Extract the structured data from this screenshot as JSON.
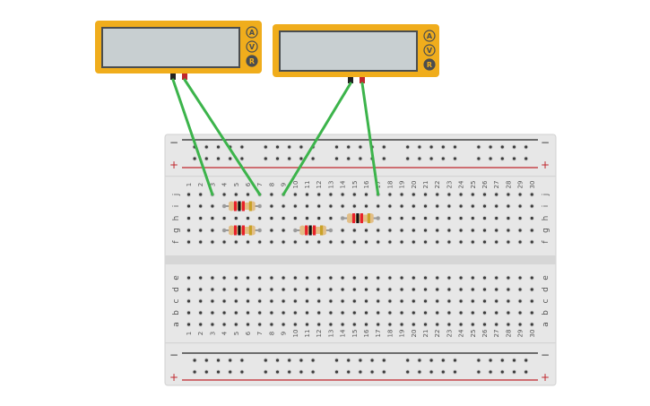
{
  "colors": {
    "meter_body": "#f0ad1c",
    "meter_screen": "#c8cfd1",
    "meter_bezel": "#4a4d4f",
    "board": "#e7e7e7",
    "board_edge": "#cfcfcf",
    "hole": "#3b3b3b",
    "hole_ring": "#c9c9c9",
    "wire": "#3cb44b",
    "rail_negative": "#222222",
    "rail_positive": "#c0272d",
    "resistor_body": "#e2be86",
    "label": "#555555"
  },
  "multimeters": [
    {
      "id": "meter-1",
      "display": "",
      "modes": [
        {
          "key": "current",
          "label": "A",
          "selected": false
        },
        {
          "key": "voltage",
          "label": "V",
          "selected": false
        },
        {
          "key": "resistance",
          "label": "R",
          "selected": true
        }
      ],
      "probes": {
        "black": {
          "col": 3,
          "row": "j"
        },
        "red": {
          "col": 7,
          "row": "j"
        }
      }
    },
    {
      "id": "meter-2",
      "display": "",
      "modes": [
        {
          "key": "current",
          "label": "A",
          "selected": false
        },
        {
          "key": "voltage",
          "label": "V",
          "selected": false
        },
        {
          "key": "resistance",
          "label": "R",
          "selected": true
        }
      ],
      "probes": {
        "black": {
          "col": 9,
          "row": "j"
        },
        "red": {
          "col": 17,
          "row": "j"
        }
      }
    }
  ],
  "breadboard": {
    "columns": 30,
    "top_rows": [
      "j",
      "i",
      "h",
      "g",
      "f"
    ],
    "bottom_rows": [
      "e",
      "d",
      "c",
      "b",
      "a"
    ],
    "rail_labels": {
      "negative": "−",
      "positive": "+"
    }
  },
  "resistors": [
    {
      "id": "R1",
      "row": "i",
      "from_col": 4,
      "to_col": 7,
      "bands": [
        "#e8202a",
        "#111111",
        "#e8202a",
        "#c9a227"
      ]
    },
    {
      "id": "R2",
      "row": "g",
      "from_col": 4,
      "to_col": 7,
      "bands": [
        "#e8202a",
        "#111111",
        "#e8202a",
        "#c9a227"
      ]
    },
    {
      "id": "R3",
      "row": "g",
      "from_col": 10,
      "to_col": 13,
      "bands": [
        "#e8202a",
        "#111111",
        "#e8202a",
        "#c9a227"
      ]
    },
    {
      "id": "R4",
      "row": "h",
      "from_col": 14,
      "to_col": 17,
      "bands": [
        "#e8202a",
        "#111111",
        "#e8202a",
        "#c9a227"
      ]
    }
  ]
}
